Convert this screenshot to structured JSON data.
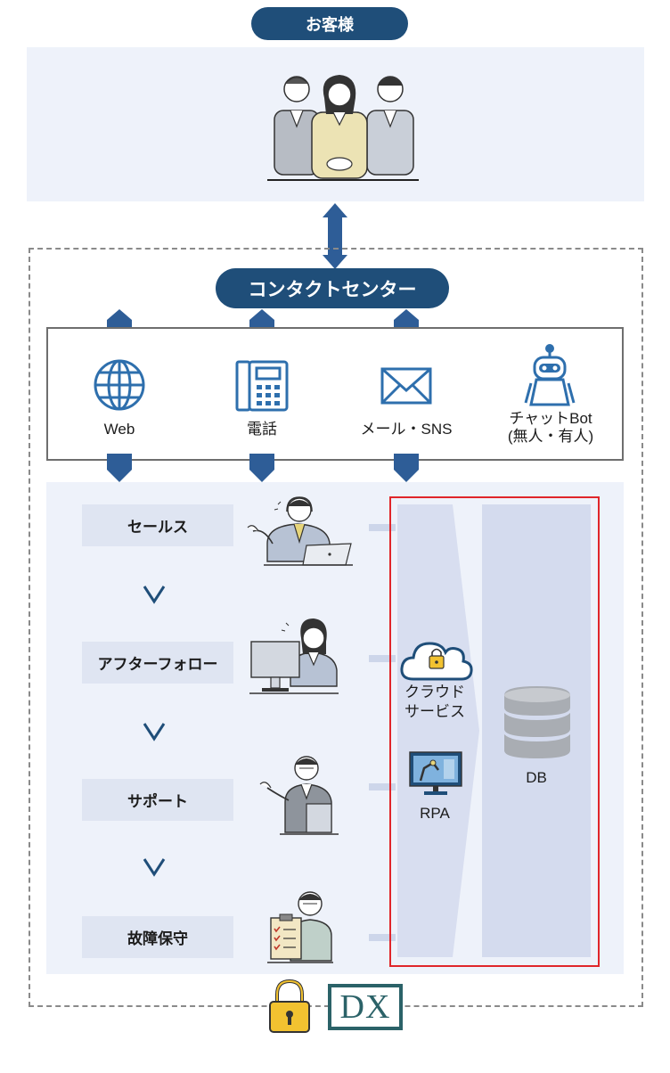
{
  "customer": {
    "label": "お客様"
  },
  "contact_center": {
    "label": "コンタクトセンター"
  },
  "channels": [
    {
      "label": "Web",
      "icon": "globe-icon"
    },
    {
      "label": "電話",
      "icon": "phone-icon"
    },
    {
      "label": "メール・SNS",
      "icon": "mail-icon"
    },
    {
      "label_line1": "チャットBot",
      "label_line2": "(無人・有人)",
      "icon": "robot-icon"
    }
  ],
  "steps": [
    {
      "label": "セールス",
      "icon": "operator-laptop-icon"
    },
    {
      "label": "アフターフォロー",
      "icon": "operator-desktop-icon"
    },
    {
      "label": "サポート",
      "icon": "support-staff-icon"
    },
    {
      "label": "故障保守",
      "icon": "maintenance-staff-icon"
    }
  ],
  "services": {
    "cloud": {
      "line1": "クラウド",
      "line2": "サービス",
      "icon": "cloud-lock-icon"
    },
    "rpa": {
      "label": "RPA",
      "icon": "rpa-monitor-icon"
    },
    "db": {
      "label": "DB",
      "icon": "database-icon"
    }
  },
  "footer": {
    "dx_label": "DX",
    "lock_icon": "padlock-icon"
  },
  "colors": {
    "navy": "#1f4e79",
    "arrow_blue": "#2e5d97",
    "panel_bg": "#eef2fa",
    "step_bg": "#dfe5f2",
    "red_frame": "#e0262a",
    "dx_teal": "#2b6268",
    "icon_blue": "#2e6fad"
  }
}
